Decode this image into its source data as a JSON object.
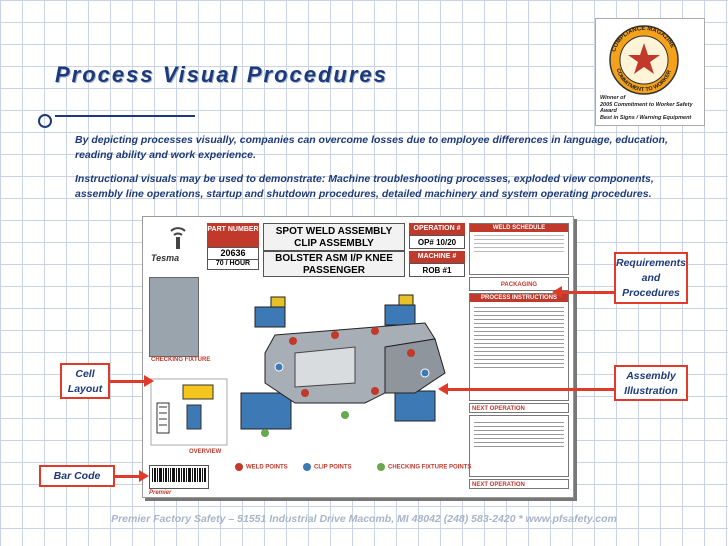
{
  "title": "Process Visual Procedures",
  "intro": [
    "By depicting processes visually, companies can overcome losses due to employee differences in language, education, reading ability and work experience.",
    "Instructional visuals may be used to demonstrate:  Machine troubleshooting processes, exploded view components, assembly line operations, startup and shutdown procedures, detailed machinery and system operating procedures."
  ],
  "award": {
    "seal_text": "COMPLIANCE MAGAZINE",
    "seal_lower": "COMMITMENT TO WORKER",
    "lines": [
      "Winner of",
      "2005 Commitment to Worker Safety Award",
      "Best in Signs / Warning Equipment"
    ]
  },
  "poster": {
    "brand": "Tesma",
    "part_label": "PART NUMBER",
    "part_number": "20636",
    "rate": "70 / HOUR",
    "assembly_title": "SPOT WELD ASSEMBLY CLIP ASSEMBLY",
    "assembly_sub": "BOLSTER ASM I/P KNEE PASSENGER",
    "operation_label": "OPERATION #",
    "operation_value": "OP# 10/20",
    "machine_label": "MACHINE #",
    "machine_value": "ROB #1",
    "weld_schedule": "WELD SCHEDULE",
    "packaging": "PACKAGING",
    "process_instructions": "PROCESS INSTRUCTIONS",
    "next_operation": "NEXT OPERATION",
    "checking_fixture": "CHECKING FIXTURE",
    "overview": "OVERVIEW",
    "legend": [
      "WELD POINTS",
      "CLIP POINTS",
      "CHECKING FIXTURE POINTS"
    ],
    "maker": "Premier"
  },
  "callouts": {
    "requirements": "Requirements and Procedures",
    "cell_layout": "Cell Layout",
    "assembly": "Assembly Illustration",
    "bar_code": "Bar Code"
  },
  "footer": "Premier Factory Safety – 51551 Industrial Drive Macomb, MI 48042  (248) 583-2420 * www.pfsafety.com",
  "colors": {
    "accent_blue": "#1c3a7a",
    "callout_red": "#e03a2a",
    "grid": "#c9d3e3"
  }
}
